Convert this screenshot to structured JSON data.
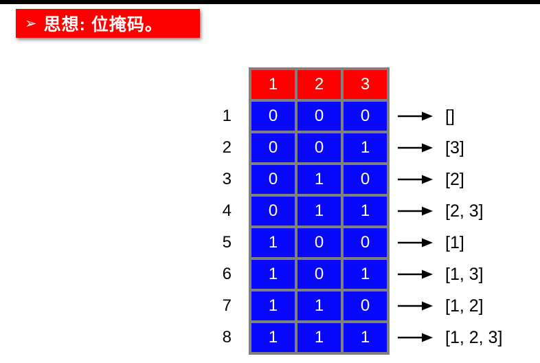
{
  "banner": {
    "bullet": "➢",
    "text": "思想: 位掩码。"
  },
  "table": {
    "headers": [
      "1",
      "2",
      "3"
    ],
    "rows": [
      {
        "index": "1",
        "bits": [
          "0",
          "0",
          "0"
        ],
        "subset": "[]"
      },
      {
        "index": "2",
        "bits": [
          "0",
          "0",
          "1"
        ],
        "subset": "[3]"
      },
      {
        "index": "3",
        "bits": [
          "0",
          "1",
          "0"
        ],
        "subset": "[2]"
      },
      {
        "index": "4",
        "bits": [
          "0",
          "1",
          "1"
        ],
        "subset": "[2, 3]"
      },
      {
        "index": "5",
        "bits": [
          "1",
          "0",
          "0"
        ],
        "subset": "[1]"
      },
      {
        "index": "6",
        "bits": [
          "1",
          "0",
          "1"
        ],
        "subset": "[1, 3]"
      },
      {
        "index": "7",
        "bits": [
          "1",
          "1",
          "0"
        ],
        "subset": "[1, 2]"
      },
      {
        "index": "8",
        "bits": [
          "1",
          "1",
          "1"
        ],
        "subset": "[1, 2, 3]"
      }
    ]
  },
  "colors": {
    "banner_red": "#fc0000",
    "header_red": "#fc0000",
    "cell_blue": "#0808fb",
    "grid_gray": "#808080",
    "top_bar_black": "#000000",
    "arrow_black": "#000000",
    "text_white": "#ffffff",
    "text_black": "#000000"
  }
}
